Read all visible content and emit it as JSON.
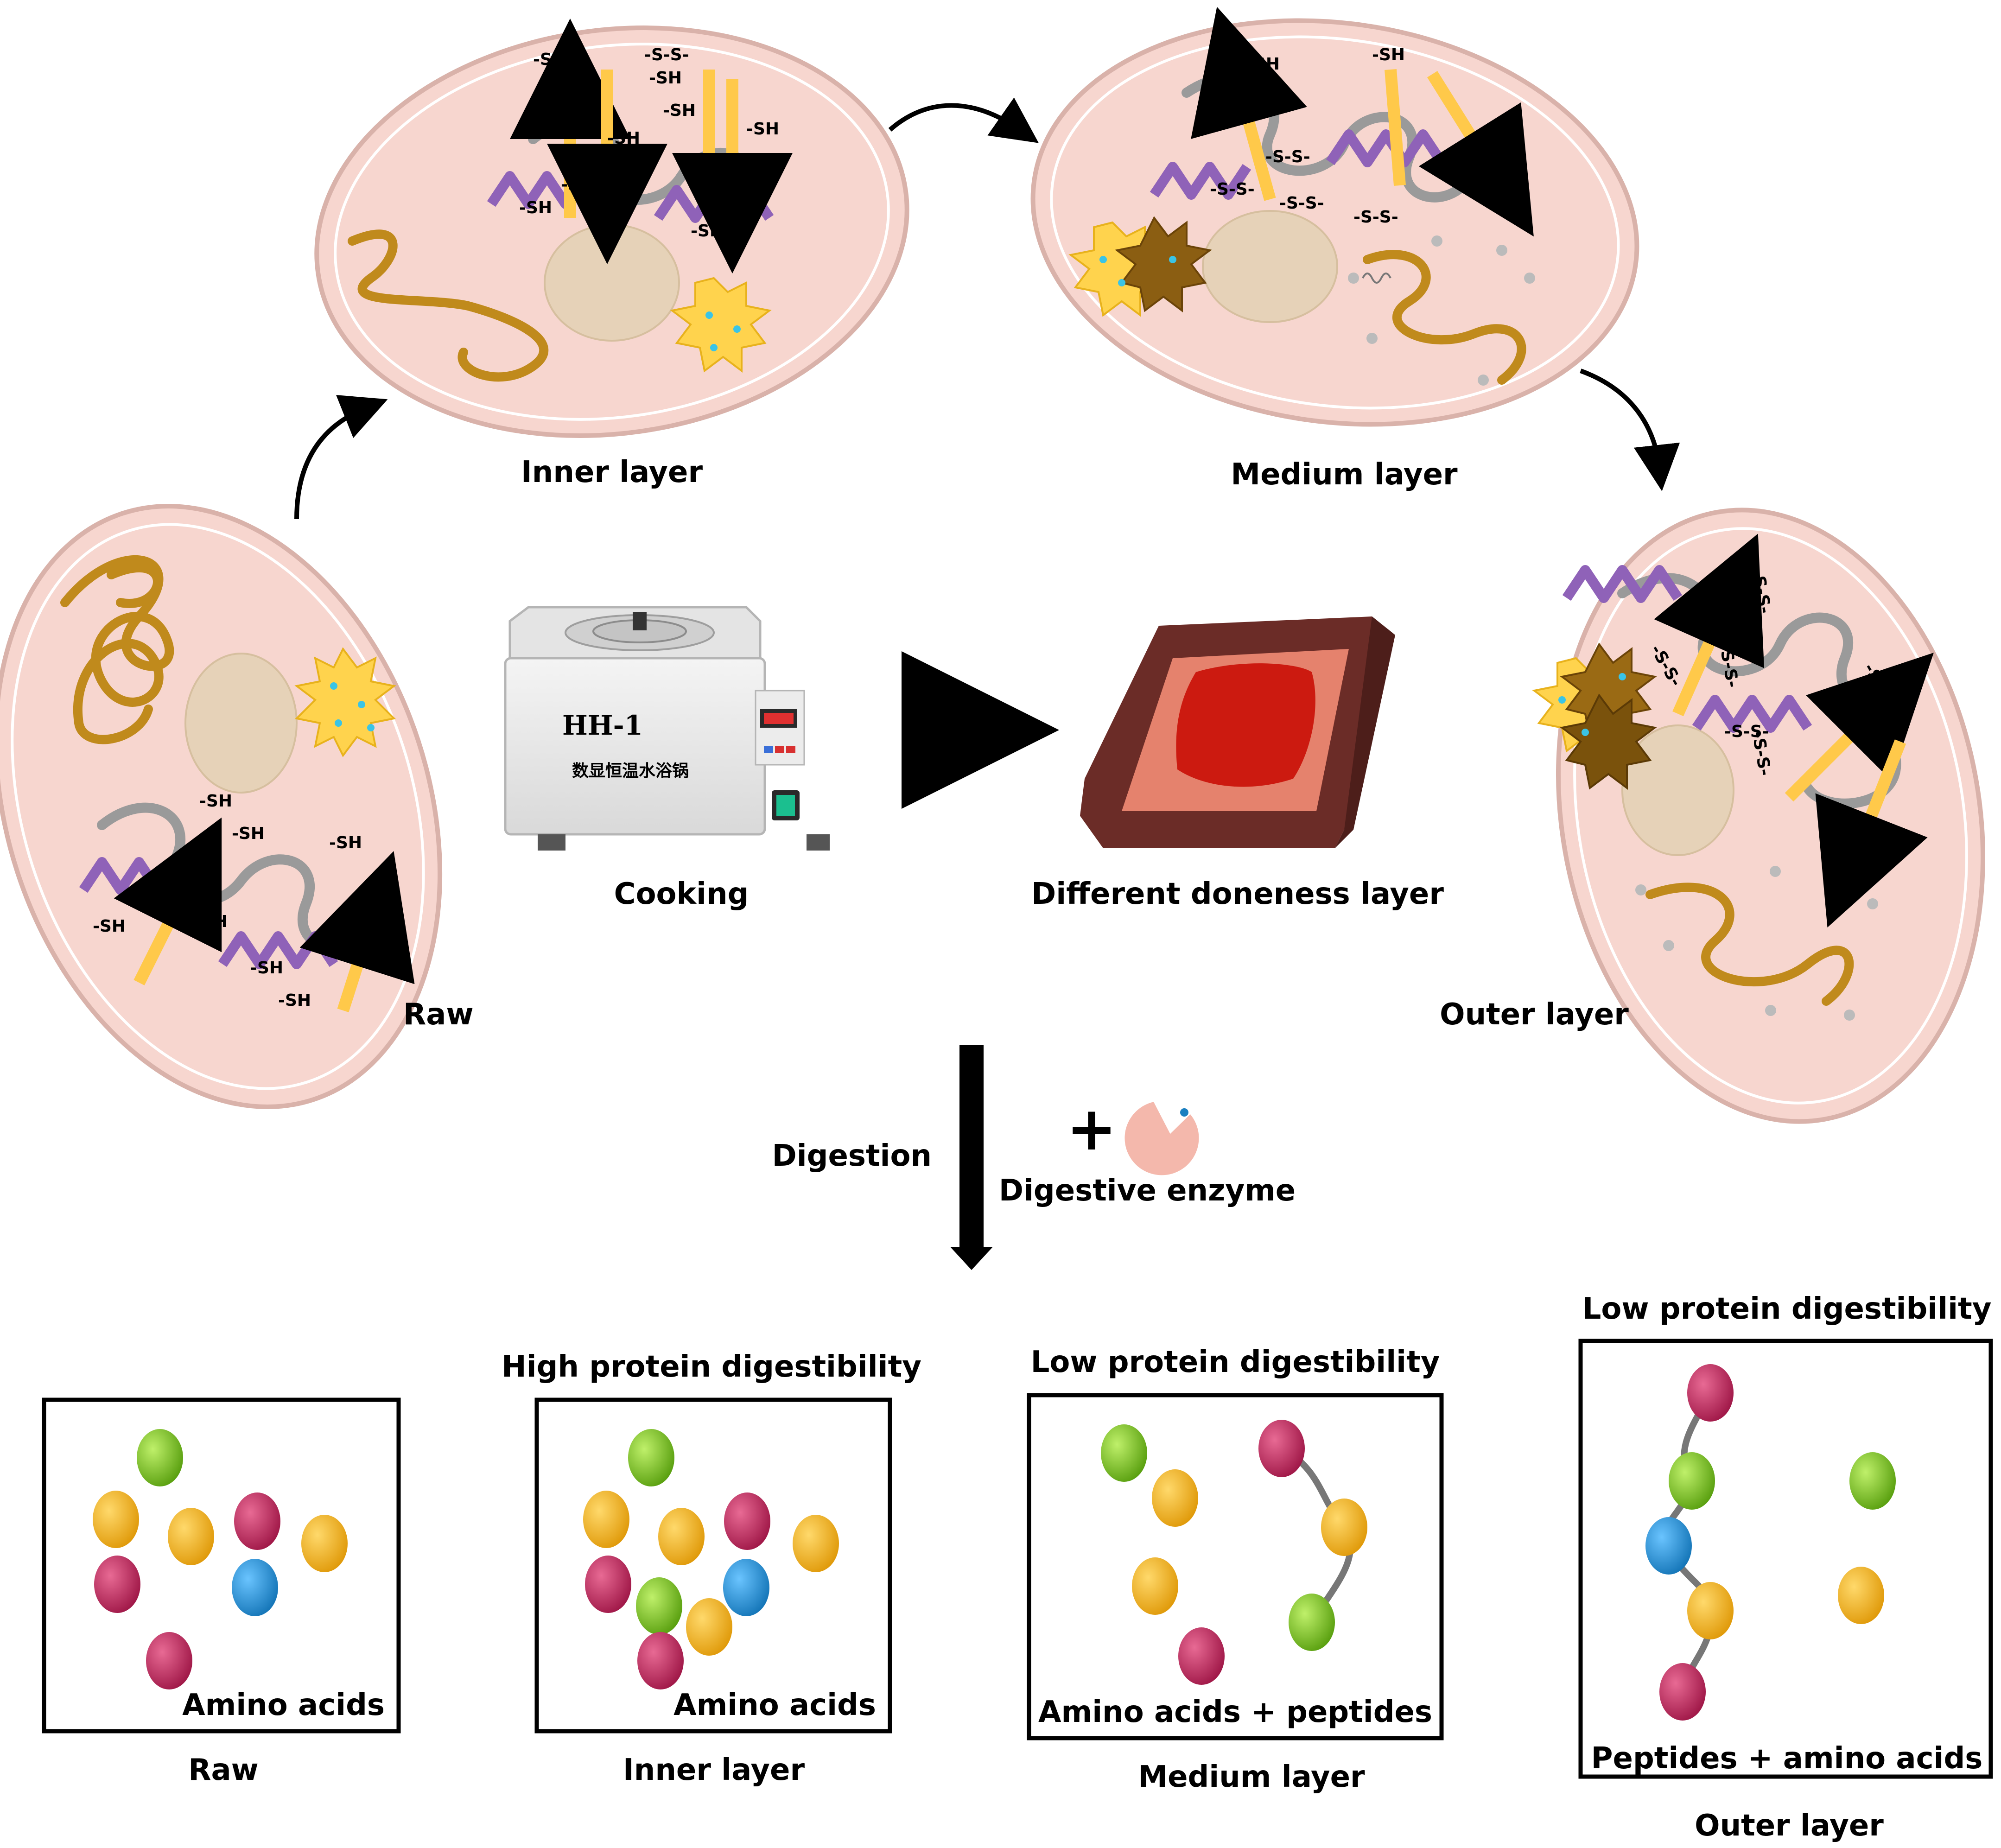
{
  "cells": {
    "raw": {
      "label": "Raw"
    },
    "inner": {
      "label": "Inner layer"
    },
    "medium": {
      "label": "Medium layer"
    },
    "outer": {
      "label": "Outer layer"
    }
  },
  "bonds": {
    "thiol": "-SH",
    "disulfide": "-S-S-"
  },
  "cooking": {
    "label": "Cooking",
    "device_model": "HH-1",
    "device_subtitle": "数显恒温水浴锅",
    "result_label": "Different doneness layer"
  },
  "digestion": {
    "label": "Digestion",
    "plus": "+",
    "enzyme_label": "Digestive enzyme"
  },
  "results": [
    {
      "caption": "Raw",
      "header": "",
      "content_label": "Amino acids"
    },
    {
      "caption": "Inner layer",
      "header": "High protein digestibility",
      "content_label": "Amino acids"
    },
    {
      "caption": "Medium layer",
      "header": "Low protein digestibility",
      "content_label": "Amino acids + peptides"
    },
    {
      "caption": "Outer layer",
      "header": "Low protein digestibility",
      "content_label": "Peptides + amino acids"
    }
  ],
  "colors": {
    "cell_fill": "#f7d6cf",
    "cell_stroke": "#d9b2aa",
    "nucleus": "#e6d2b8",
    "helix": "#8f62b8",
    "sheet": "#ffc94a",
    "coil": "#9a9a9a",
    "strand": "#c08a1c",
    "amino_green": "#7ec21c",
    "amino_orange": "#f2b01a",
    "amino_red": "#c2285a",
    "amino_blue": "#1f8fd6",
    "enzyme": "#f4b8ac",
    "meat_outer": "#6b2c27",
    "meat_mid": "#e5826d",
    "meat_inner": "#cc1a10"
  }
}
